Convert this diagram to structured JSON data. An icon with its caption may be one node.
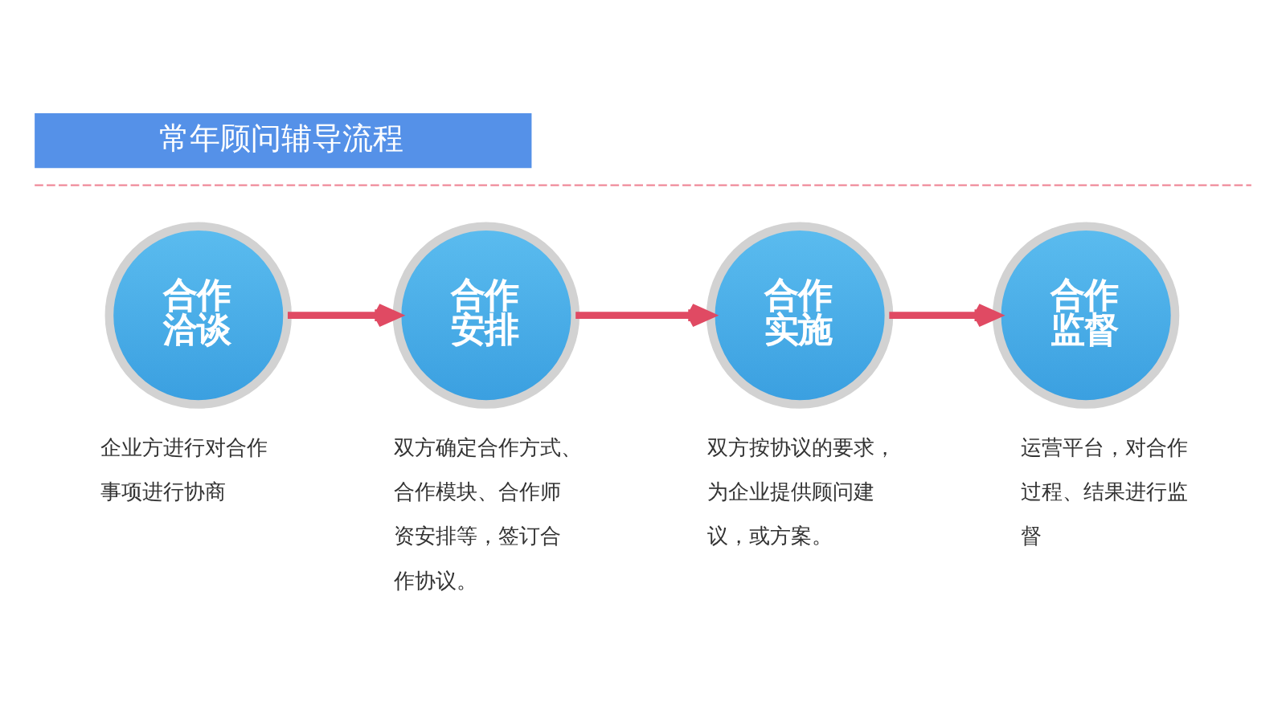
{
  "diagram": {
    "title": "常年顾问辅导流程",
    "nodes": [
      {
        "text": [
          "合作洽谈"
        ],
        "beside": [
          "企业方进行对合作事项进行协商"
        ]
      },
      {
        "text": [
          "合作安排"
        ],
        "beside": [
          "双方确定合作方式、合作模块、合作师资安排等，签订合作协议。"
        ]
      },
      {
        "text": [
          "合作实施"
        ],
        "beside": [
          "双方按协议的要求，为企业提供顾问建议，或方案。"
        ]
      },
      {
        "text": [
          "合作监督"
        ],
        "beside": [
          "运营平台，对合作过程、结果进行监督"
        ]
      }
    ],
    "edges": [
      {
        "from": 0,
        "to": 1,
        "arrow": "to"
      },
      {
        "from": 1,
        "to": 2,
        "arrow": "to"
      },
      {
        "from": 2,
        "to": 3,
        "arrow": "to"
      }
    ]
  }
}
